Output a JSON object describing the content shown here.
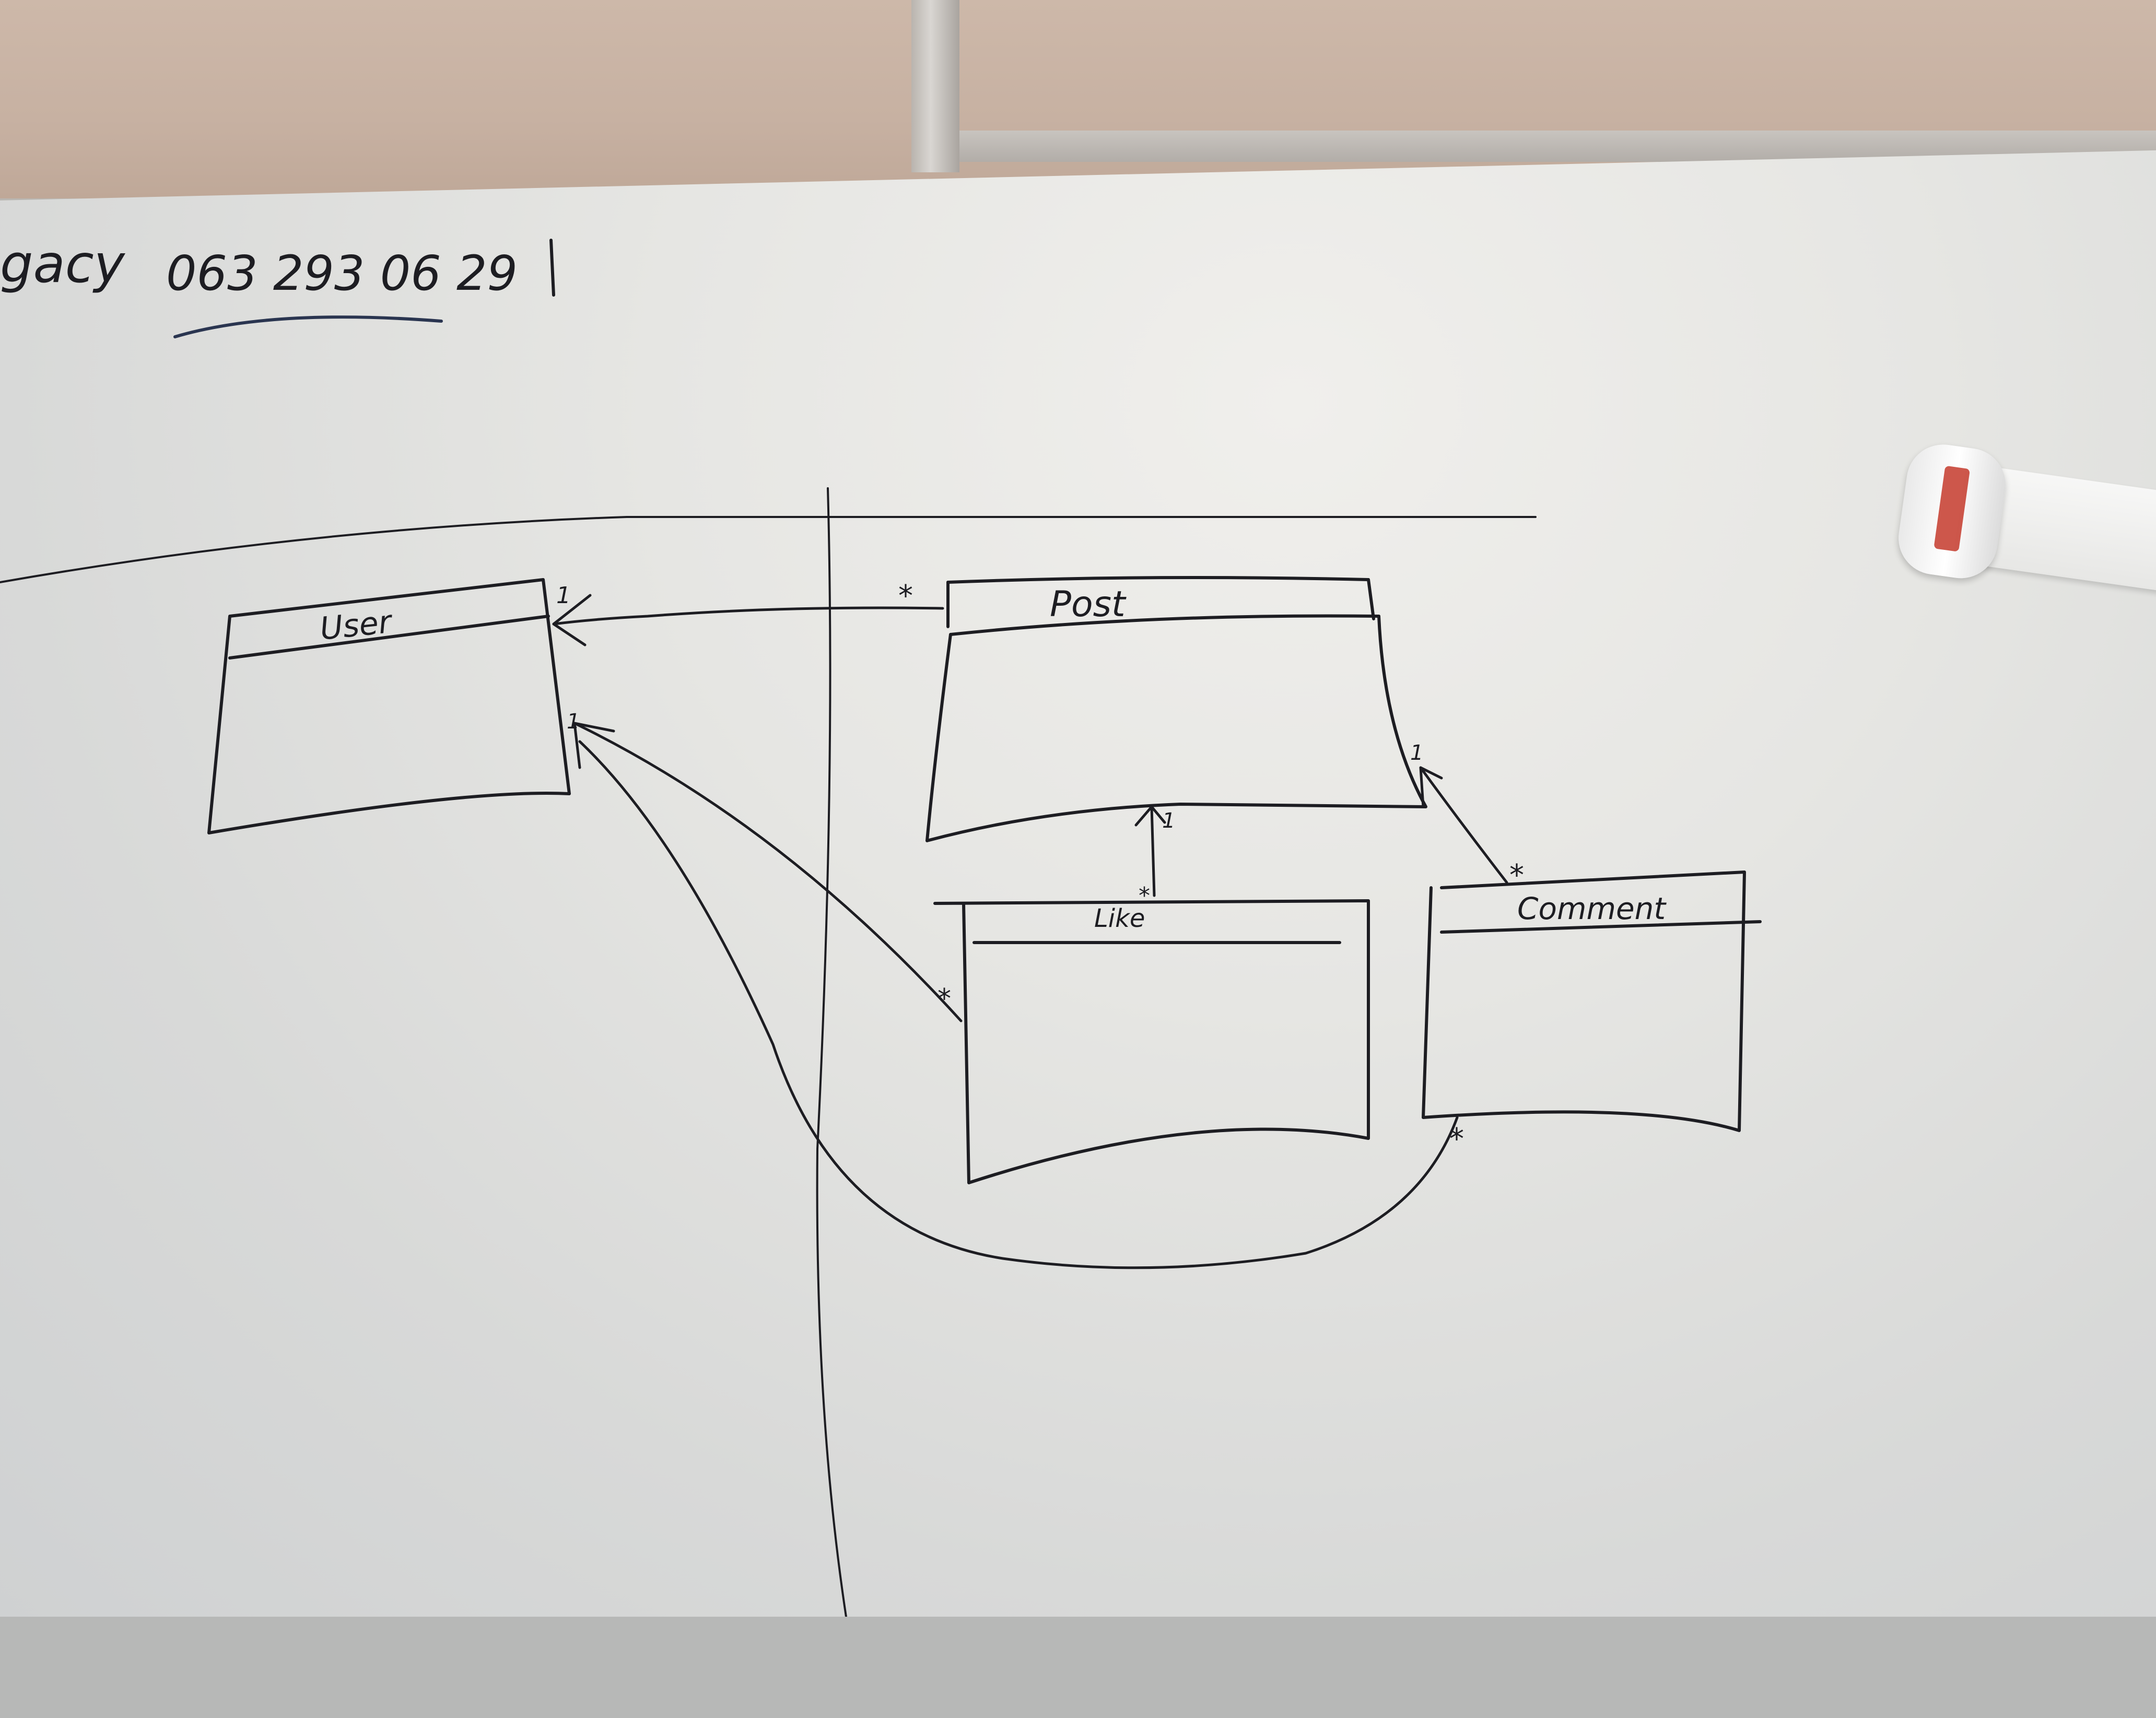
{
  "top_note": {
    "text_left": "gacy",
    "phone": "063 293 06 29"
  },
  "entities": [
    {
      "id": "user",
      "label": "User"
    },
    {
      "id": "post",
      "label": "Post"
    },
    {
      "id": "like",
      "label": "Like"
    },
    {
      "id": "comment",
      "label": "Comment"
    }
  ],
  "multiplicities": {
    "user_post_user_end": "1",
    "user_post_post_end": "*",
    "user_like_user_end": "1",
    "user_like_like_end": "*",
    "post_like_post_end": "1",
    "post_like_like_end": "*",
    "post_comment_post_end": "1",
    "post_comment_comment_end": "*",
    "user_comment_comment_end": "*"
  },
  "colors": {
    "ink": "#1d1d22",
    "board": "#e8e8e5"
  }
}
